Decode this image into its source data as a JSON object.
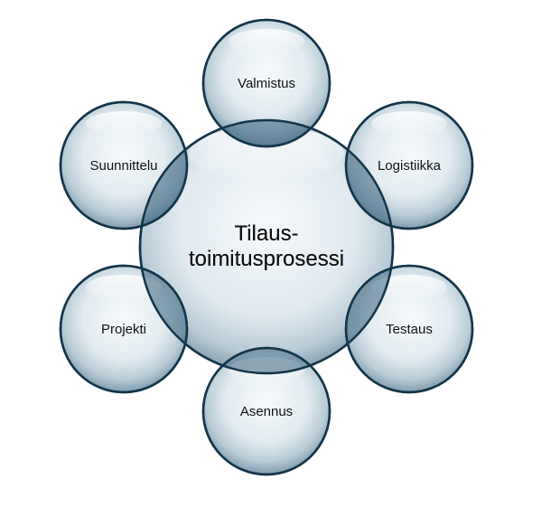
{
  "diagram": {
    "center": {
      "line1": "Tilaus-",
      "line2": "toimitusprosessi"
    },
    "nodes": [
      {
        "label": "Valmistus"
      },
      {
        "label": "Logistiikka"
      },
      {
        "label": "Testaus"
      },
      {
        "label": "Asennus"
      },
      {
        "label": "Projekti"
      },
      {
        "label": "Suunnittelu"
      }
    ]
  },
  "colors": {
    "stroke": "#133549",
    "fill_light": "#f4f8fa",
    "fill_mid": "#cfdde5",
    "fill_dark": "#8fa9b8",
    "overlap": "#38627c"
  }
}
